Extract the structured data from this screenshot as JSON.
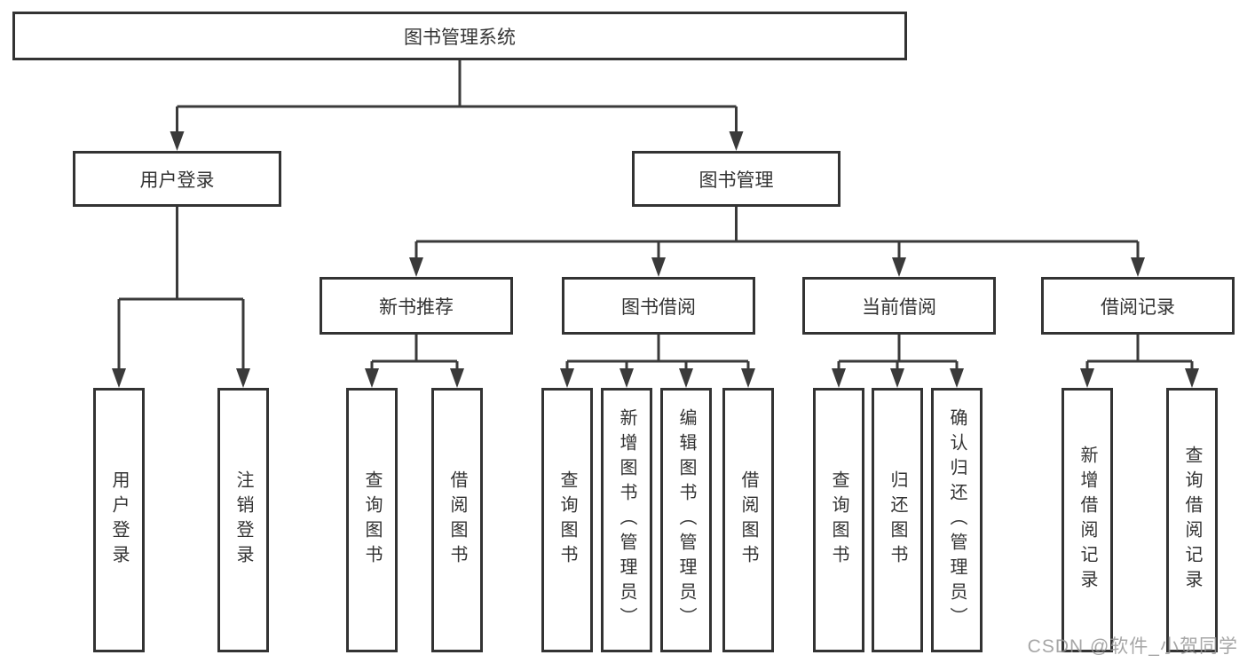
{
  "nodes": {
    "root": "图书管理系统",
    "level2": [
      "用户登录",
      "图书管理"
    ],
    "level3": [
      "新书推荐",
      "图书借阅",
      "当前借阅",
      "借阅记录"
    ],
    "leaves_login": [
      "用户登录",
      "注销登录"
    ],
    "leaves_recommend": [
      "查询图书",
      "借阅图书"
    ],
    "leaves_borrow": [
      "查询图书",
      "新增图书（管理员）",
      "编辑图书（管理员）",
      "借阅图书"
    ],
    "leaves_current": [
      "查询图书",
      "归还图书",
      "确认归还（管理员）"
    ],
    "leaves_records": [
      "新增借阅记录",
      "查询借阅记录"
    ]
  },
  "watermark": {
    "text": "CSDN @软件_小贺同学"
  },
  "colors": {
    "line": "#3a3a3a",
    "box_border": "#333333",
    "box_fill": "#ffffff",
    "text": "#333333",
    "watermark": "#969696",
    "background": "#ffffff"
  }
}
